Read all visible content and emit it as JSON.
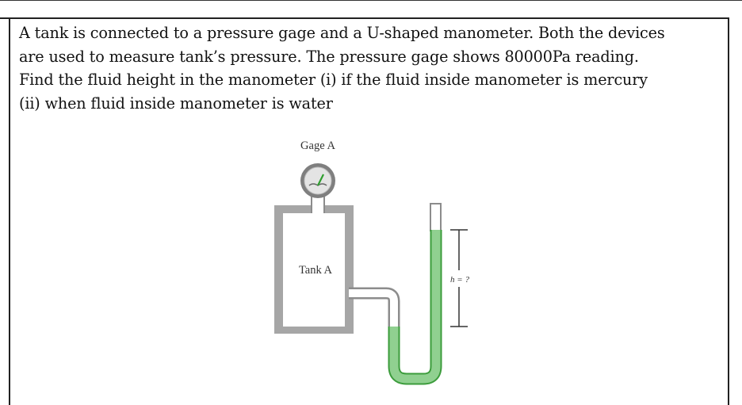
{
  "problem": {
    "lines": [
      "A tank is connected to a pressure gage and a U-shaped manometer. Both the devices",
      "are used to measure tank’s pressure. The pressure gage shows 80000Pa reading.",
      "Find the fluid height in the manometer (i) if the fluid inside manometer is mercury",
      "(ii) when fluid inside manometer is water"
    ]
  },
  "figure": {
    "gage_label": "Gage A",
    "tank_label": "Tank A",
    "height_label": "h = ?",
    "colors": {
      "fluid": "#90d090",
      "fluid_edge": "#4aa84a",
      "tank_wall": "#9a9a9a",
      "gage_face": "#e6e6e6"
    }
  }
}
